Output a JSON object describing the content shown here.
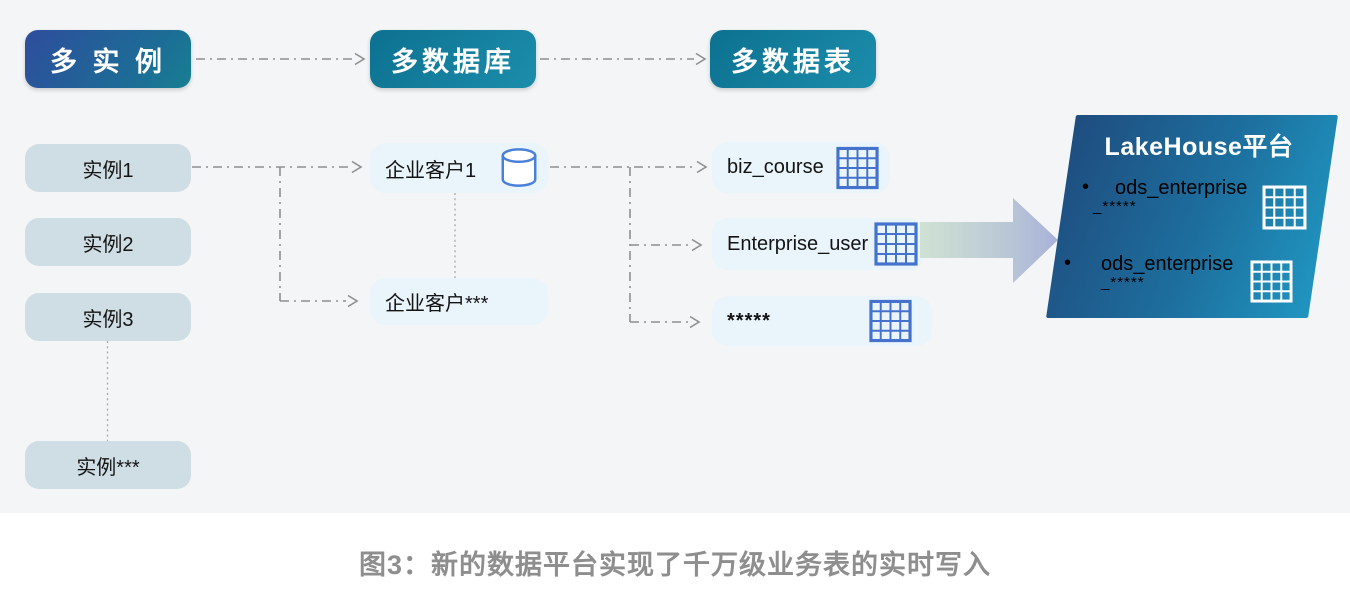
{
  "header_badges": [
    {
      "label": "多 实 例"
    },
    {
      "label": "多数据库"
    },
    {
      "label": "多数据表"
    }
  ],
  "instances": [
    {
      "label": "实例1"
    },
    {
      "label": "实例2"
    },
    {
      "label": "实例3"
    },
    {
      "label": "实例***"
    }
  ],
  "databases": [
    {
      "label": "企业客户1",
      "icon": "database-icon"
    },
    {
      "label": "企业客户***"
    }
  ],
  "tables": [
    {
      "label": "biz_course",
      "icon": "table-grid-icon"
    },
    {
      "label": "Enterprise_user",
      "icon": "table-grid-icon"
    },
    {
      "label": "*****",
      "icon": "table-grid-icon"
    }
  ],
  "lakehouse": {
    "title": "LakeHouse平台",
    "items": [
      {
        "line1": "ods_enterprise",
        "line2": "_*****",
        "icon": "table-grid-icon"
      },
      {
        "line1": "ods_enterprise",
        "line2": "_*****",
        "icon": "table-grid-icon"
      }
    ]
  },
  "caption": "图3：新的数据平台实现了千万级业务表的实时写入",
  "colors": {
    "diagram_background": "#f4f5f6",
    "badge_gradient_start": "#2e4d9c",
    "badge_teal": "#12809f",
    "instance_box": "#cfdde4",
    "item_box": "#e9f4fb",
    "icon_blue": "#4472cc",
    "connector_gray": "#8f8f8f",
    "arrow_gradient_start": "#cfe2d3",
    "arrow_gradient_end": "#a9b2d8",
    "lakehouse_gradient_start": "#1e4d7f",
    "lakehouse_gradient_end": "#2095c0",
    "caption_gray": "#8e8e8e"
  }
}
